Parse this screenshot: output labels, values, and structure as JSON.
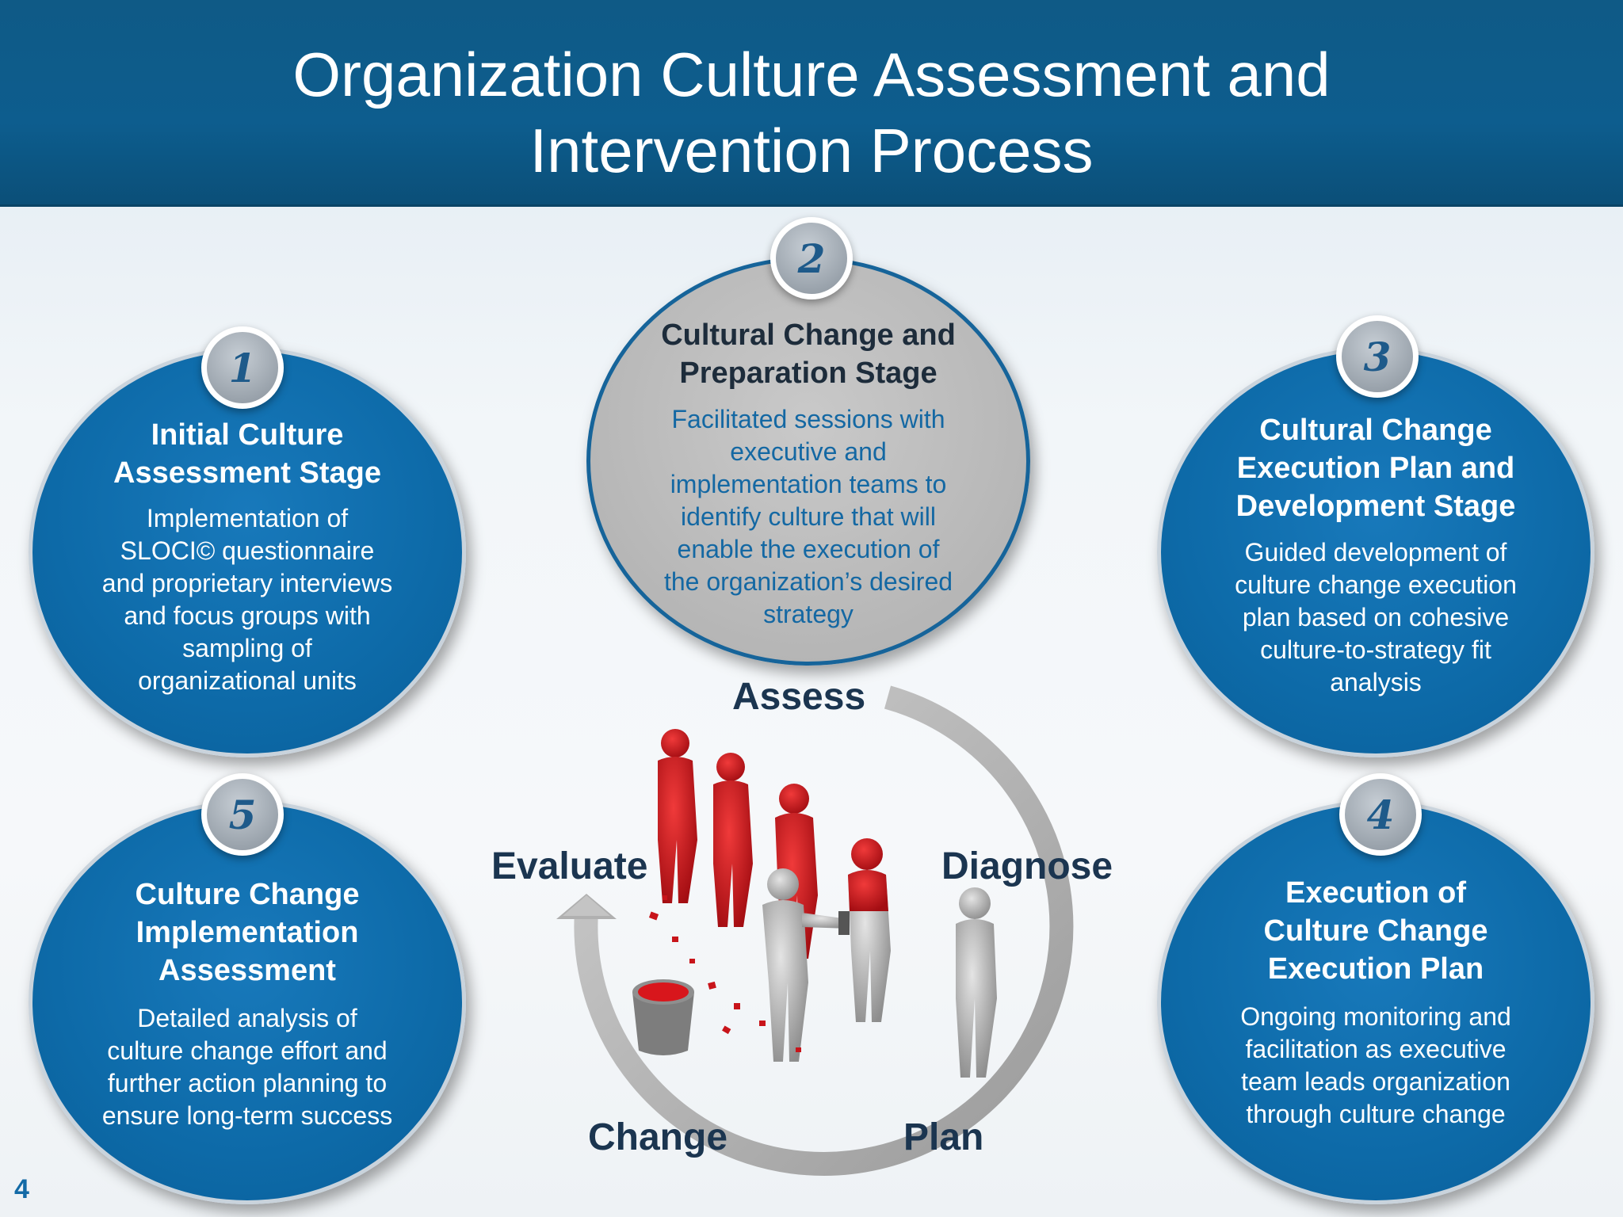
{
  "title_line1": "Organization Culture Assessment and",
  "title_line2": "Intervention Process",
  "stages": [
    {
      "number": "1",
      "title_lines": [
        "Initial Culture",
        "Assessment Stage"
      ],
      "desc_lines": [
        "Implementation of",
        "SLOCI© questionnaire",
        "and proprietary interviews",
        "and focus groups with",
        "sampling of",
        "organizational units"
      ]
    },
    {
      "number": "2",
      "title_lines": [
        "Cultural Change and",
        "Preparation Stage"
      ],
      "desc_lines": [
        "Facilitated sessions with",
        "executive and",
        "implementation teams to",
        "identify culture that will",
        "enable the execution of",
        "the organization’s desired",
        "strategy"
      ]
    },
    {
      "number": "3",
      "title_lines": [
        "Cultural Change",
        "Execution Plan and",
        "Development Stage"
      ],
      "desc_lines": [
        "Guided development of",
        "culture change execution",
        "plan based on cohesive",
        "culture-to-strategy fit",
        "analysis"
      ]
    },
    {
      "number": "4",
      "title_lines": [
        "Execution of",
        "Culture Change",
        "Execution Plan"
      ],
      "desc_lines": [
        "Ongoing monitoring and",
        "facilitation as executive",
        "team leads organization",
        "through culture change"
      ]
    },
    {
      "number": "5",
      "title_lines": [
        "Culture Change",
        "Implementation",
        "Assessment"
      ],
      "desc_lines": [
        "Detailed analysis of",
        "culture change effort and",
        "further action planning to",
        "ensure long-term success"
      ]
    }
  ],
  "cycle": {
    "assess": "Assess",
    "diagnose": "Diagnose",
    "plan": "Plan",
    "change": "Change",
    "evaluate": "Evaluate"
  },
  "colors": {
    "header": "#0d5d8e",
    "stage_blue": "#0d6aa8",
    "stage_gray": "#bdbdbd",
    "paint_red": "#c8141a",
    "figure_gray": "#b3b3b3"
  },
  "page_number": "4"
}
